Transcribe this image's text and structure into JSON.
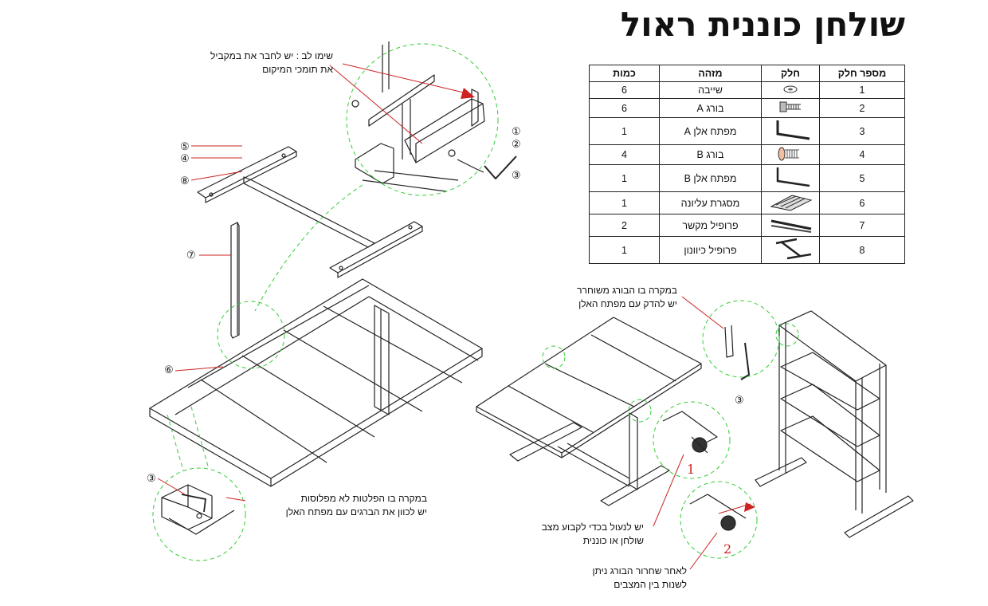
{
  "title": "שולחן כוננית ראול",
  "parts_table": {
    "headers": [
      "מספר חלק",
      "חלק",
      "מזהה",
      "כמות"
    ],
    "rows": [
      {
        "number": "1",
        "icon": "washer-icon",
        "name": "שייבה",
        "qty": "6"
      },
      {
        "number": "2",
        "icon": "bolt-a-icon",
        "name": "בורג A",
        "qty": "6"
      },
      {
        "number": "3",
        "icon": "allen-key-a-icon",
        "name": "מפתח אלן A",
        "qty": "1"
      },
      {
        "number": "4",
        "icon": "bolt-b-icon",
        "name": "בורג B",
        "qty": "4"
      },
      {
        "number": "5",
        "icon": "allen-key-b-icon",
        "name": "מפתח אלן B",
        "qty": "1"
      },
      {
        "number": "6",
        "icon": "top-frame-icon",
        "name": "מסגרת עליונה",
        "qty": "1"
      },
      {
        "number": "7",
        "icon": "connecting-profile-icon",
        "name": "פרופיל מקשר",
        "qty": "2"
      },
      {
        "number": "8",
        "icon": "direction-profile-icon",
        "name": "פרופיל כיוונון",
        "qty": "1"
      }
    ]
  },
  "notes": {
    "attention": [
      "שימו לב : יש לחבר את במקביל",
      "את תומכי המיקום"
    ],
    "bolt_loose": [
      "במקרה בו הבורג משוחרר",
      "יש להדק עם מפתח האלן"
    ],
    "panels_not_flat": [
      "במקרה בו הפלטות לא מפלוסות",
      "יש לכוון את הברגים עם מפתח האלן"
    ],
    "lock": [
      "יש לנעול בכדי לקבוע מצב",
      "שולחן או כוננית"
    ],
    "release": [
      "לאחר שחרור הבורג ניתן",
      "לשנות בין המצבים"
    ]
  },
  "callouts": {
    "c1": "①",
    "c2": "②",
    "c3": "③",
    "c4": "④",
    "c5": "⑤",
    "c6": "⑥",
    "c7": "⑦",
    "c8": "⑧",
    "step1": "1",
    "step2": "2"
  },
  "colors": {
    "line": "#222222",
    "guide": "#33cc33",
    "leader": "#cc2222"
  }
}
